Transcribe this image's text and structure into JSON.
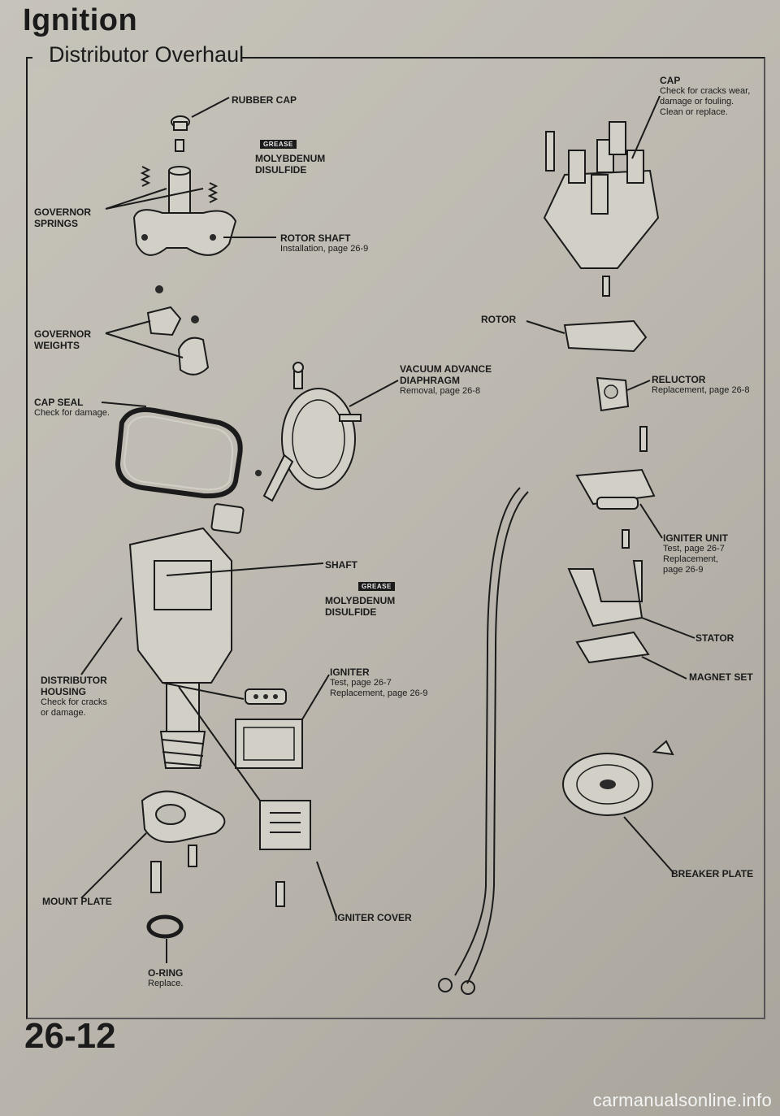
{
  "header": {
    "title": "Ignition",
    "section": "Distributor Overhaul"
  },
  "page_number": "26-12",
  "watermark": "carmanualsonline.info",
  "grease_tag": "GREASE",
  "labels": {
    "rubber_cap": "RUBBER CAP",
    "moly_1_line1": "MOLYBDENUM",
    "moly_1_line2": "DISULFIDE",
    "governor_springs_line1": "GOVERNOR",
    "governor_springs_line2": "SPRINGS",
    "rotor_shaft": "ROTOR SHAFT",
    "rotor_shaft_note": "Installation, page 26-9",
    "governor_weights_line1": "GOVERNOR",
    "governor_weights_line2": "WEIGHTS",
    "cap_seal": "CAP SEAL",
    "cap_seal_note": "Check for damage.",
    "vacuum_line1": "VACUUM ADVANCE",
    "vacuum_line2": "DIAPHRAGM",
    "vacuum_note": "Removal, page 26-8",
    "shaft": "SHAFT",
    "moly_2_line1": "MOLYBDENUM",
    "moly_2_line2": "DISULFIDE",
    "housing_line1": "DISTRIBUTOR",
    "housing_line2": "HOUSING",
    "housing_note1": "Check for cracks",
    "housing_note2": "or damage.",
    "igniter": "IGNITER",
    "igniter_note1": "Test, page 26-7",
    "igniter_note2": "Replacement, page 26-9",
    "mount_plate": "MOUNT PLATE",
    "igniter_cover": "IGNITER COVER",
    "o_ring": "O-RING",
    "o_ring_note": "Replace.",
    "cap": "CAP",
    "cap_note1": "Check for cracks wear,",
    "cap_note2": "damage or fouling.",
    "cap_note3": "Clean or replace.",
    "rotor": "ROTOR",
    "reluctor": "RELUCTOR",
    "reluctor_note": "Replacement, page 26-8",
    "igniter_unit": "IGNITER UNIT",
    "igniter_unit_note1": "Test, page 26-7",
    "igniter_unit_note2": "Replacement,",
    "igniter_unit_note3": "page 26-9",
    "stator": "STATOR",
    "magnet_set": "MAGNET SET",
    "breaker_plate": "BREAKER PLATE"
  }
}
